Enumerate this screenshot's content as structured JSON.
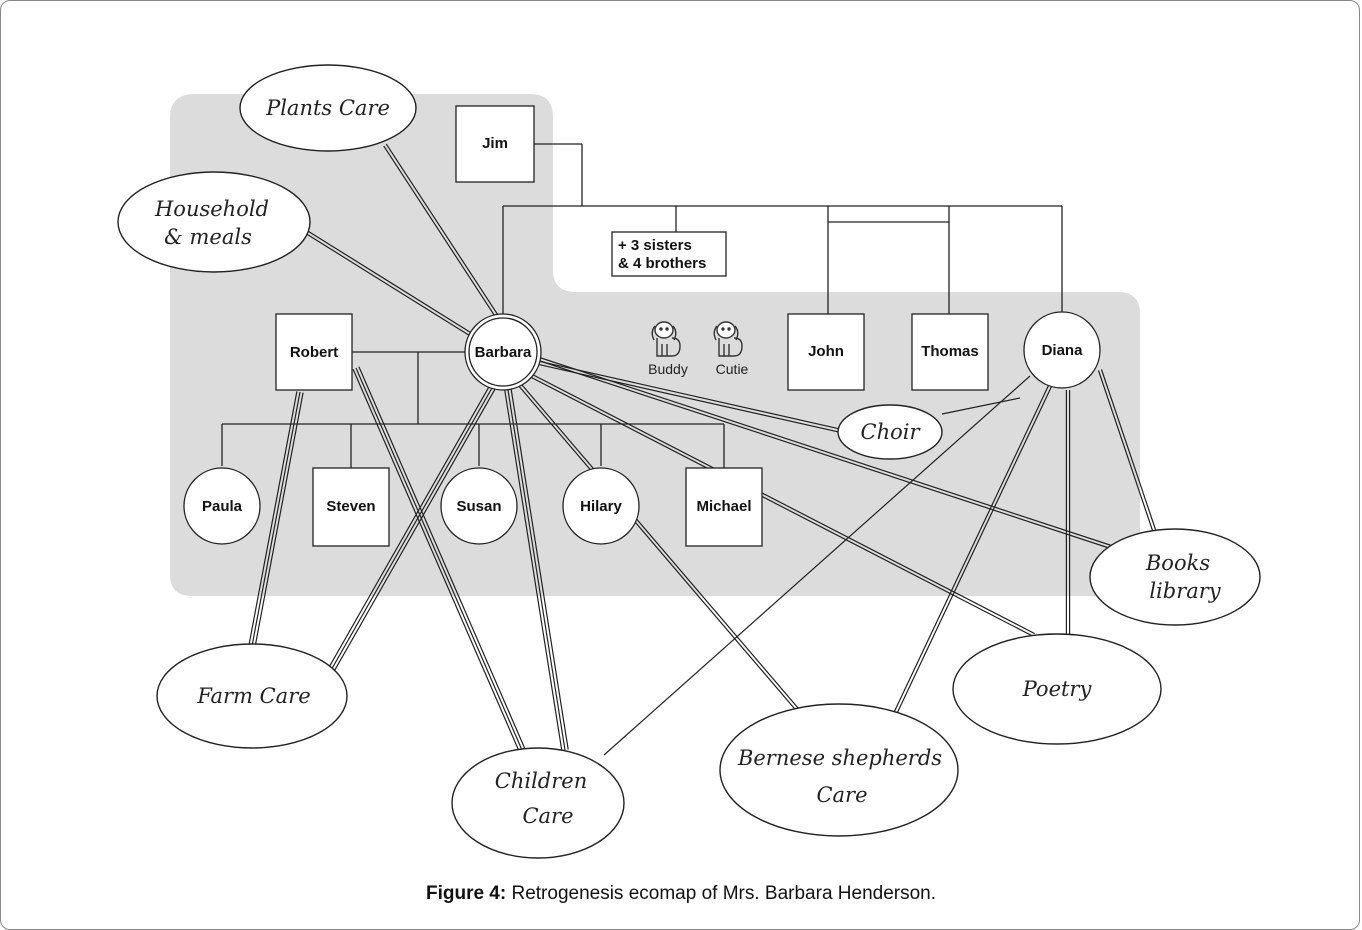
{
  "nodes": {
    "jim": "Jim",
    "siblings": [
      "+ 3 sisters",
      "& 4 brothers"
    ],
    "robert": "Robert",
    "barbara": "Barbara",
    "john": "John",
    "thomas": "Thomas",
    "diana": "Diana",
    "paula": "Paula",
    "steven": "Steven",
    "susan": "Susan",
    "hilary": "Hilary",
    "michael": "Michael"
  },
  "pets": {
    "buddy": "Buddy",
    "cutie": "Cutie"
  },
  "activities": {
    "plants_care": "Plants Care",
    "household": [
      "Household",
      "& meals"
    ],
    "choir": "Choir",
    "books": [
      "Books",
      "library"
    ],
    "poetry": "Poetry",
    "farm_care": "Farm Care",
    "children_care": [
      "Children",
      "Care"
    ],
    "bernese": [
      "Bernese shepherds",
      "Care"
    ]
  },
  "caption": {
    "label": "Figure 4:",
    "text": " Retrogenesis ecomap of Mrs. Barbara Henderson."
  }
}
